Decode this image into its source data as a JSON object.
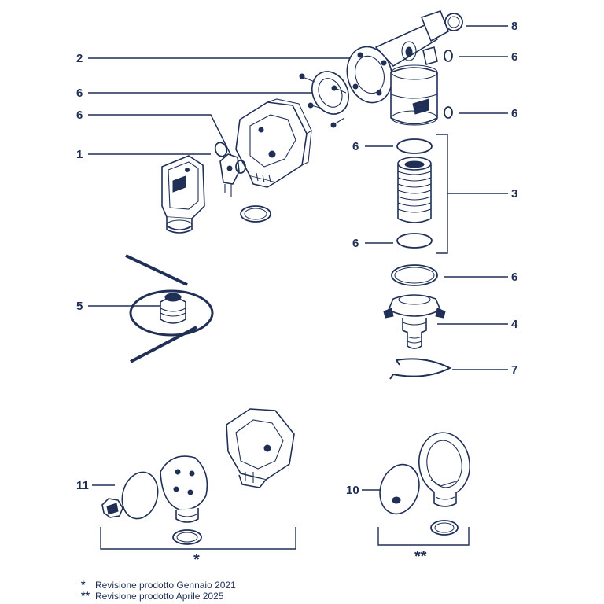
{
  "callouts": {
    "c1": "1",
    "c2": "2",
    "c3": "3",
    "c4": "4",
    "c5": "5",
    "c6a": "6",
    "c6b": "6",
    "c6c": "6",
    "c6d": "6",
    "c6e": "6",
    "c6f": "6",
    "c6g": "6",
    "c7": "7",
    "c8": "8",
    "c10": "10",
    "c11": "11"
  },
  "groups": {
    "star": "*",
    "double_star": "**"
  },
  "legend": [
    {
      "mark": "*",
      "text": "Revisione prodotto Gennaio 2021"
    },
    {
      "mark": "**",
      "text": "Revisione prodotto Aprile 2025"
    }
  ],
  "colors": {
    "ink": "#1f2f56",
    "background": "#ffffff"
  }
}
